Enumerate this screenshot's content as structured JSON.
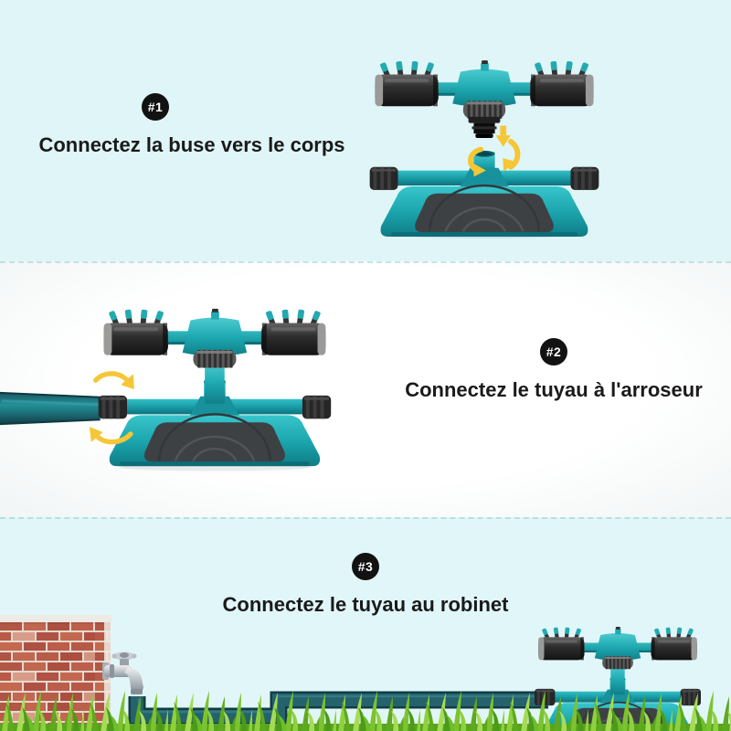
{
  "steps": [
    {
      "badge": "#1",
      "title": "Connectez la buse vers le corps"
    },
    {
      "badge": "#2",
      "title": "Connectez le tuyau à l'arroseur"
    },
    {
      "badge": "#3",
      "title": "Connectez le tuyau au robinet"
    }
  ],
  "illustrations": {
    "step1": "sprinkler nozzle head detached above base with yellow rotation arrows",
    "step2": "garden hose connecting into sprinkler base inlet with yellow rotation arrow",
    "step3": "garden scene: brick wall with chrome faucet, hose running through grass to sprinkler"
  },
  "colors": {
    "panel_cyan": "#E0F5F7",
    "panel_white": "#FFFFFF",
    "badge_black": "#121212",
    "text_black": "#1A1A1A",
    "sprinkler_teal": "#1EA9B1",
    "sprinkler_dark_teal": "#0F7E88",
    "nozzle_black": "#2F2F2F",
    "hose_teal": "#25626C",
    "arrow_yellow": "#F5C636",
    "brick_red": "#B4584A",
    "mortar": "#E7DACE",
    "grass_green": "#7CC32F",
    "faucet_chrome": "#B9C0C5"
  }
}
